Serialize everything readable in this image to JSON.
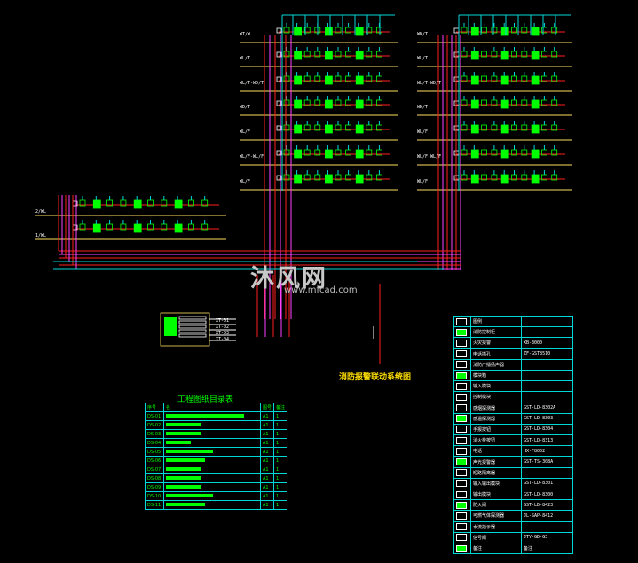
{
  "diagram": {
    "title": "消防报警联动系统图",
    "watermark": {
      "name": "沐风网",
      "url": "www.mfcad.com"
    },
    "left_floor_labels": [
      "WT/W",
      "WL/T",
      "WL/T-WD/T",
      "WD/T",
      "WL/F",
      "WL/F-WL/F",
      "WL/F"
    ],
    "right_floor_labels": [
      "WD/T",
      "WL/T",
      "WL/T-WD/T",
      "WD/T",
      "WL/F",
      "WL/F-WL/F",
      "WL/F"
    ],
    "mid_floor_labels": [
      "2/WL",
      "1/WL"
    ],
    "panel_labels": [
      "XT-01",
      "XT-02",
      "XT-03",
      "XT-04"
    ]
  },
  "index_table": {
    "caption": "工程图纸目录表",
    "header": [
      "序号",
      "名",
      "图号",
      "备注"
    ],
    "rows": [
      {
        "code": "DS-01",
        "bar": 1.0,
        "size": "A1",
        "count": "1"
      },
      {
        "code": "DS-02",
        "bar": 0.44,
        "size": "A1",
        "count": "1"
      },
      {
        "code": "DS-03",
        "bar": 0.44,
        "size": "A1",
        "count": "1"
      },
      {
        "code": "DS-04",
        "bar": 0.32,
        "size": "A1",
        "count": "1"
      },
      {
        "code": "DS-05",
        "bar": 0.6,
        "size": "A1",
        "count": "1"
      },
      {
        "code": "DS-06",
        "bar": 0.5,
        "size": "A1",
        "count": "1"
      },
      {
        "code": "DS-07",
        "bar": 0.44,
        "size": "A1",
        "count": "1"
      },
      {
        "code": "DS-08",
        "bar": 0.44,
        "size": "A1",
        "count": "1"
      },
      {
        "code": "DS-09",
        "bar": 0.44,
        "size": "A1",
        "count": "1"
      },
      {
        "code": "DS-10",
        "bar": 0.6,
        "size": "A1",
        "count": "1"
      },
      {
        "code": "DS-11",
        "bar": 0.5,
        "size": "A1",
        "count": "1"
      }
    ]
  },
  "legend_table": {
    "rows": [
      {
        "name": "图例",
        "model": ""
      },
      {
        "name": "消防控制柜",
        "model": ""
      },
      {
        "name": "火灾报警",
        "model": "XB-3000"
      },
      {
        "name": "电话插孔",
        "model": "ZF-GST8510"
      },
      {
        "name": "消防广播扬声器",
        "model": ""
      },
      {
        "name": "模块箱",
        "model": ""
      },
      {
        "name": "输入模块",
        "model": ""
      },
      {
        "name": "控制模块",
        "model": ""
      },
      {
        "name": "感烟探测器",
        "model": "GST-LD-8302A"
      },
      {
        "name": "感温探测器",
        "model": "GST-LD-8303"
      },
      {
        "name": "手报按钮",
        "model": "GST-LD-8304"
      },
      {
        "name": "消火栓按钮",
        "model": "GST-LD-8313"
      },
      {
        "name": "电话",
        "model": "HX-F8002"
      },
      {
        "name": "声光报警器",
        "model": "GST-TS-308A"
      },
      {
        "name": "短路隔离器",
        "model": ""
      },
      {
        "name": "输入输出模块",
        "model": "GST-LD-8301"
      },
      {
        "name": "输出模块",
        "model": "GST-LD-8300"
      },
      {
        "name": "防火阀",
        "model": "GST-LD-8423"
      },
      {
        "name": "可燃气体探测器",
        "model": "JL-SAP-8412"
      },
      {
        "name": "水流指示器",
        "model": ""
      },
      {
        "name": "信号阀",
        "model": "JTY-GD-G3"
      },
      {
        "name": "备注",
        "model": "备注"
      }
    ]
  }
}
